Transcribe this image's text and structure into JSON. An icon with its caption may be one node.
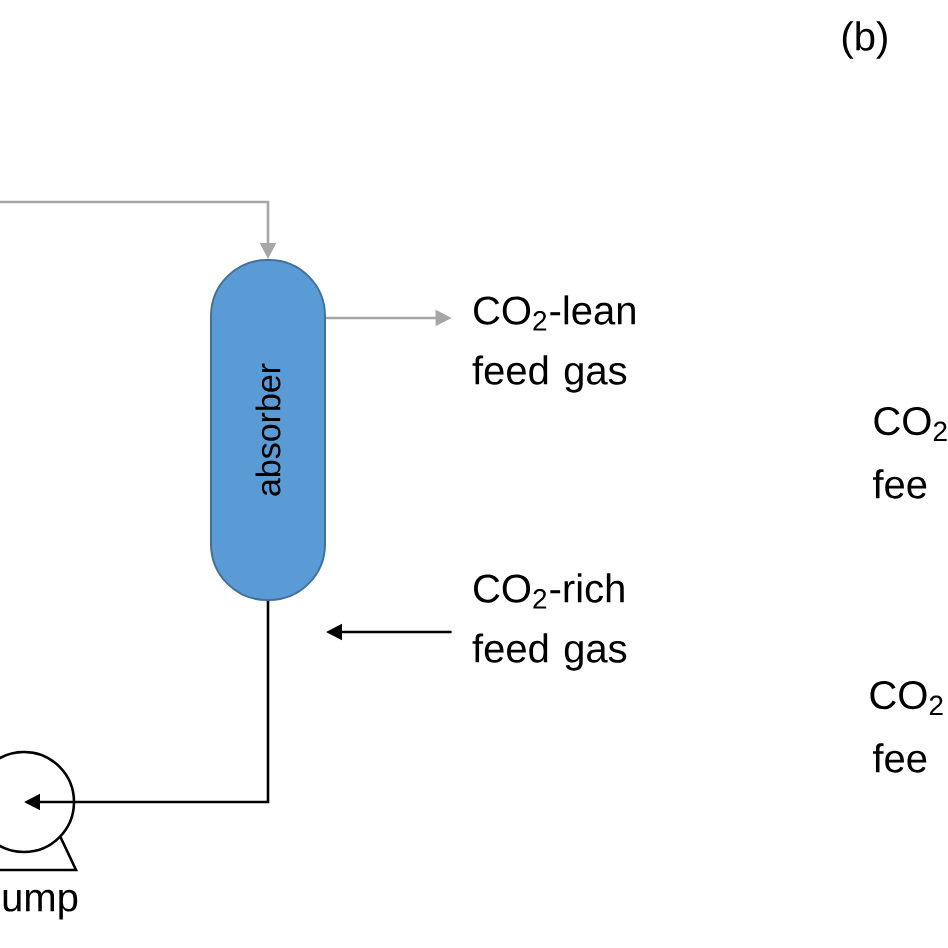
{
  "diagram": {
    "nodes": [
      {
        "text": [
          "absorber"
        ]
      },
      {
        "text": [
          "CO$_{2}$-lean feed gas"
        ]
      },
      {
        "text": [
          "CO$_{2}$-rich feed gas"
        ]
      },
      {
        "text": [
          "ump"
        ]
      }
    ],
    "edges": [
      {
        "from": null,
        "to": 0,
        "arrow": "to",
        "color": "#a6a6a6"
      },
      {
        "from": 0,
        "to": 1,
        "arrow": "to",
        "color": "#a6a6a6"
      },
      {
        "from": 2,
        "to": 0,
        "arrow": "to",
        "color": "#000000"
      },
      {
        "from": 0,
        "to": 3,
        "arrow": "to",
        "color": "#000000"
      }
    ],
    "labels": [
      "(b)",
      "CO$_{2}$",
      "fee",
      "CO$_{2}$",
      "fee"
    ]
  }
}
